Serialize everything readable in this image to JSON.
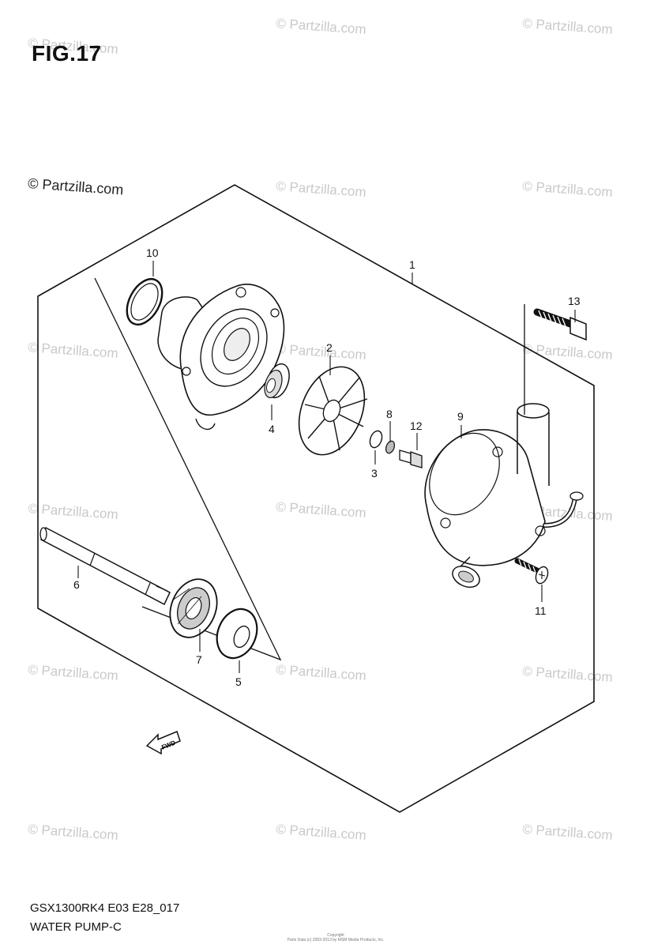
{
  "figure": {
    "title": "FIG.17",
    "model_code": "GSX1300RK4 E03 E28_017",
    "section_name": "WATER PUMP-C",
    "copyright_line1": "Copyright",
    "copyright_line2": "Parts Data (c) 2003-2013 by MSM Media Products, Inc."
  },
  "watermark": {
    "text": "© Partzilla.com"
  },
  "callouts": {
    "c1": "1",
    "c2": "2",
    "c3": "3",
    "c4": "4",
    "c5": "5",
    "c6": "6",
    "c7": "7",
    "c8": "8",
    "c9": "9",
    "c10": "10",
    "c11": "11",
    "c12": "12",
    "c13": "13"
  },
  "direction_arrow": "FWD"
}
